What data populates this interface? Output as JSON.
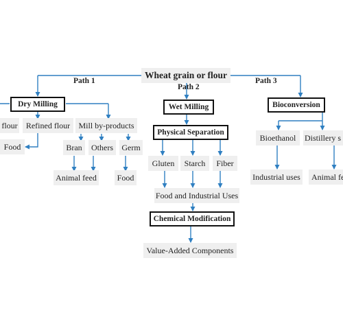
{
  "root": "Wheat grain or flour",
  "paths": [
    "Path 1",
    "Path 2",
    "Path 3"
  ],
  "dry": {
    "title": "Dry Milling",
    "whole_flour": "flour",
    "refined_flour": "Refined flour",
    "mill_byproducts": "Mill by-products",
    "food": "Food",
    "bran": "Bran",
    "others": "Others",
    "germ": "Germ",
    "animal_feed": "Animal feed",
    "germ_food": "Food"
  },
  "wet": {
    "title": "Wet Milling",
    "physical_separation": "Physical Separation",
    "gluten": "Gluten",
    "starch": "Starch",
    "fiber": "Fiber",
    "food_industrial": "Food and Industrial Uses",
    "chemical_modification": "Chemical Modification",
    "value_added": "Value-Added Components"
  },
  "bio": {
    "title": "Bioconversion",
    "bioethanol": "Bioethanol",
    "distillery": "Distillery s",
    "industrial_uses": "Industrial uses",
    "animal_feed": "Animal fe"
  },
  "colors": {
    "connector": "#2f7fc1",
    "box_fill": "#efefef",
    "border": "#111111"
  }
}
